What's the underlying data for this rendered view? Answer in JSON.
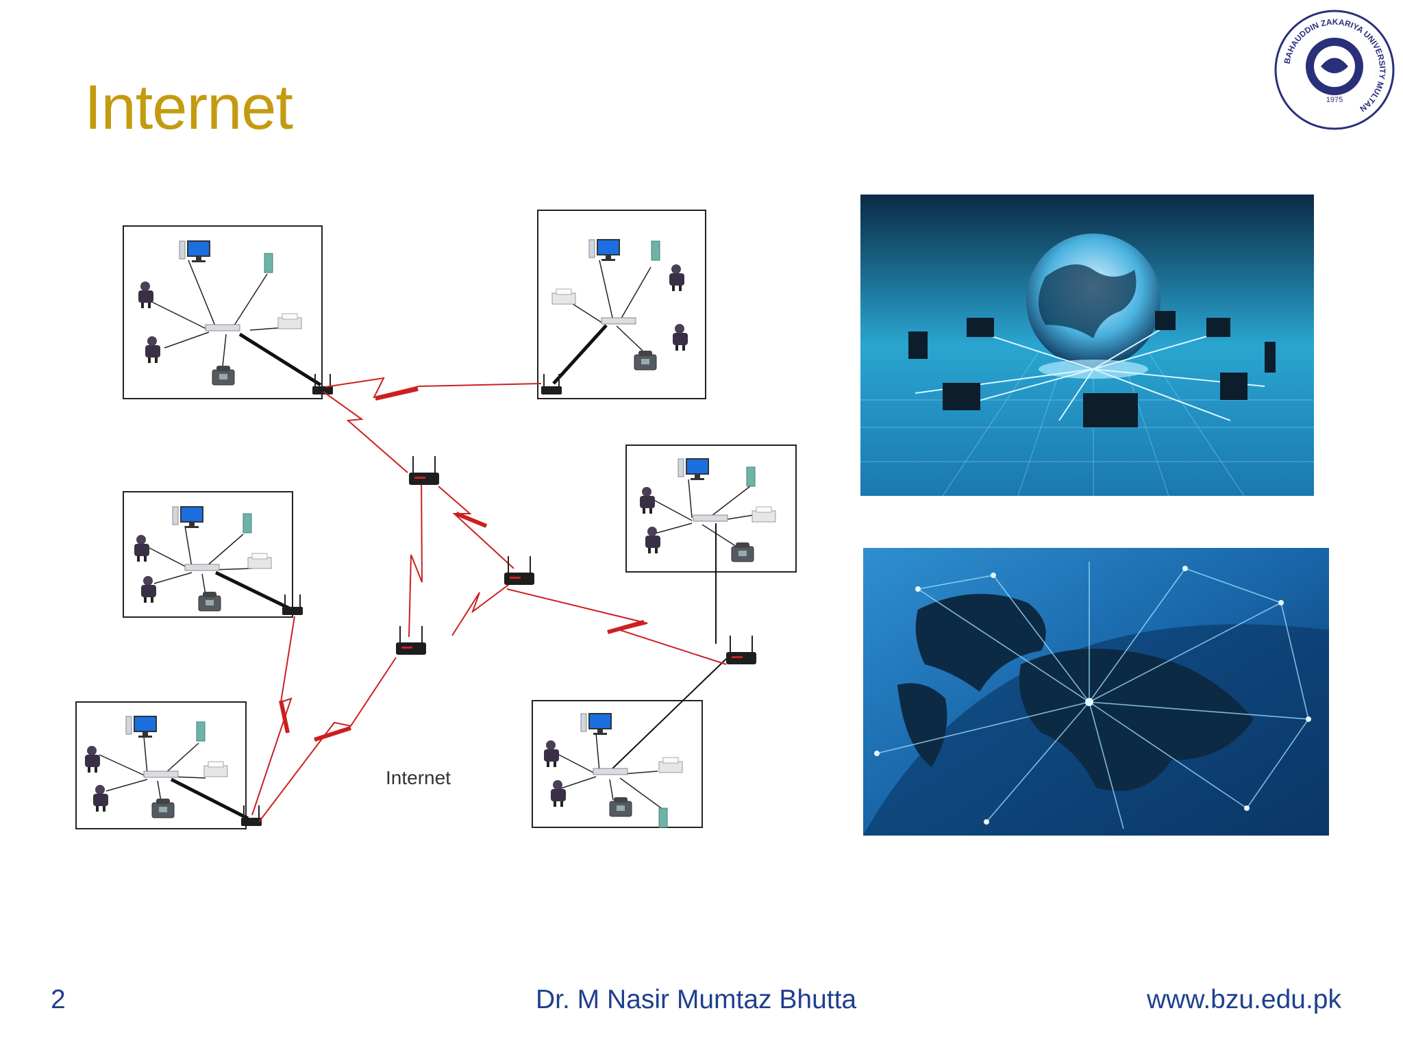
{
  "slide": {
    "title": "Internet",
    "page_number": "2",
    "author": "Dr. M Nasir Mumtaz Bhutta",
    "website": "www.bzu.edu.pk"
  },
  "logo": {
    "ring_text": "BAHAUDDIN ZAKARIYA UNIVERSITY MULTAN",
    "year": "1975"
  },
  "diagram": {
    "center_label": "Internet"
  },
  "colors": {
    "title": "#c49a0f",
    "footer": "#1f3f8f",
    "link_red": "#cc1f1f"
  }
}
